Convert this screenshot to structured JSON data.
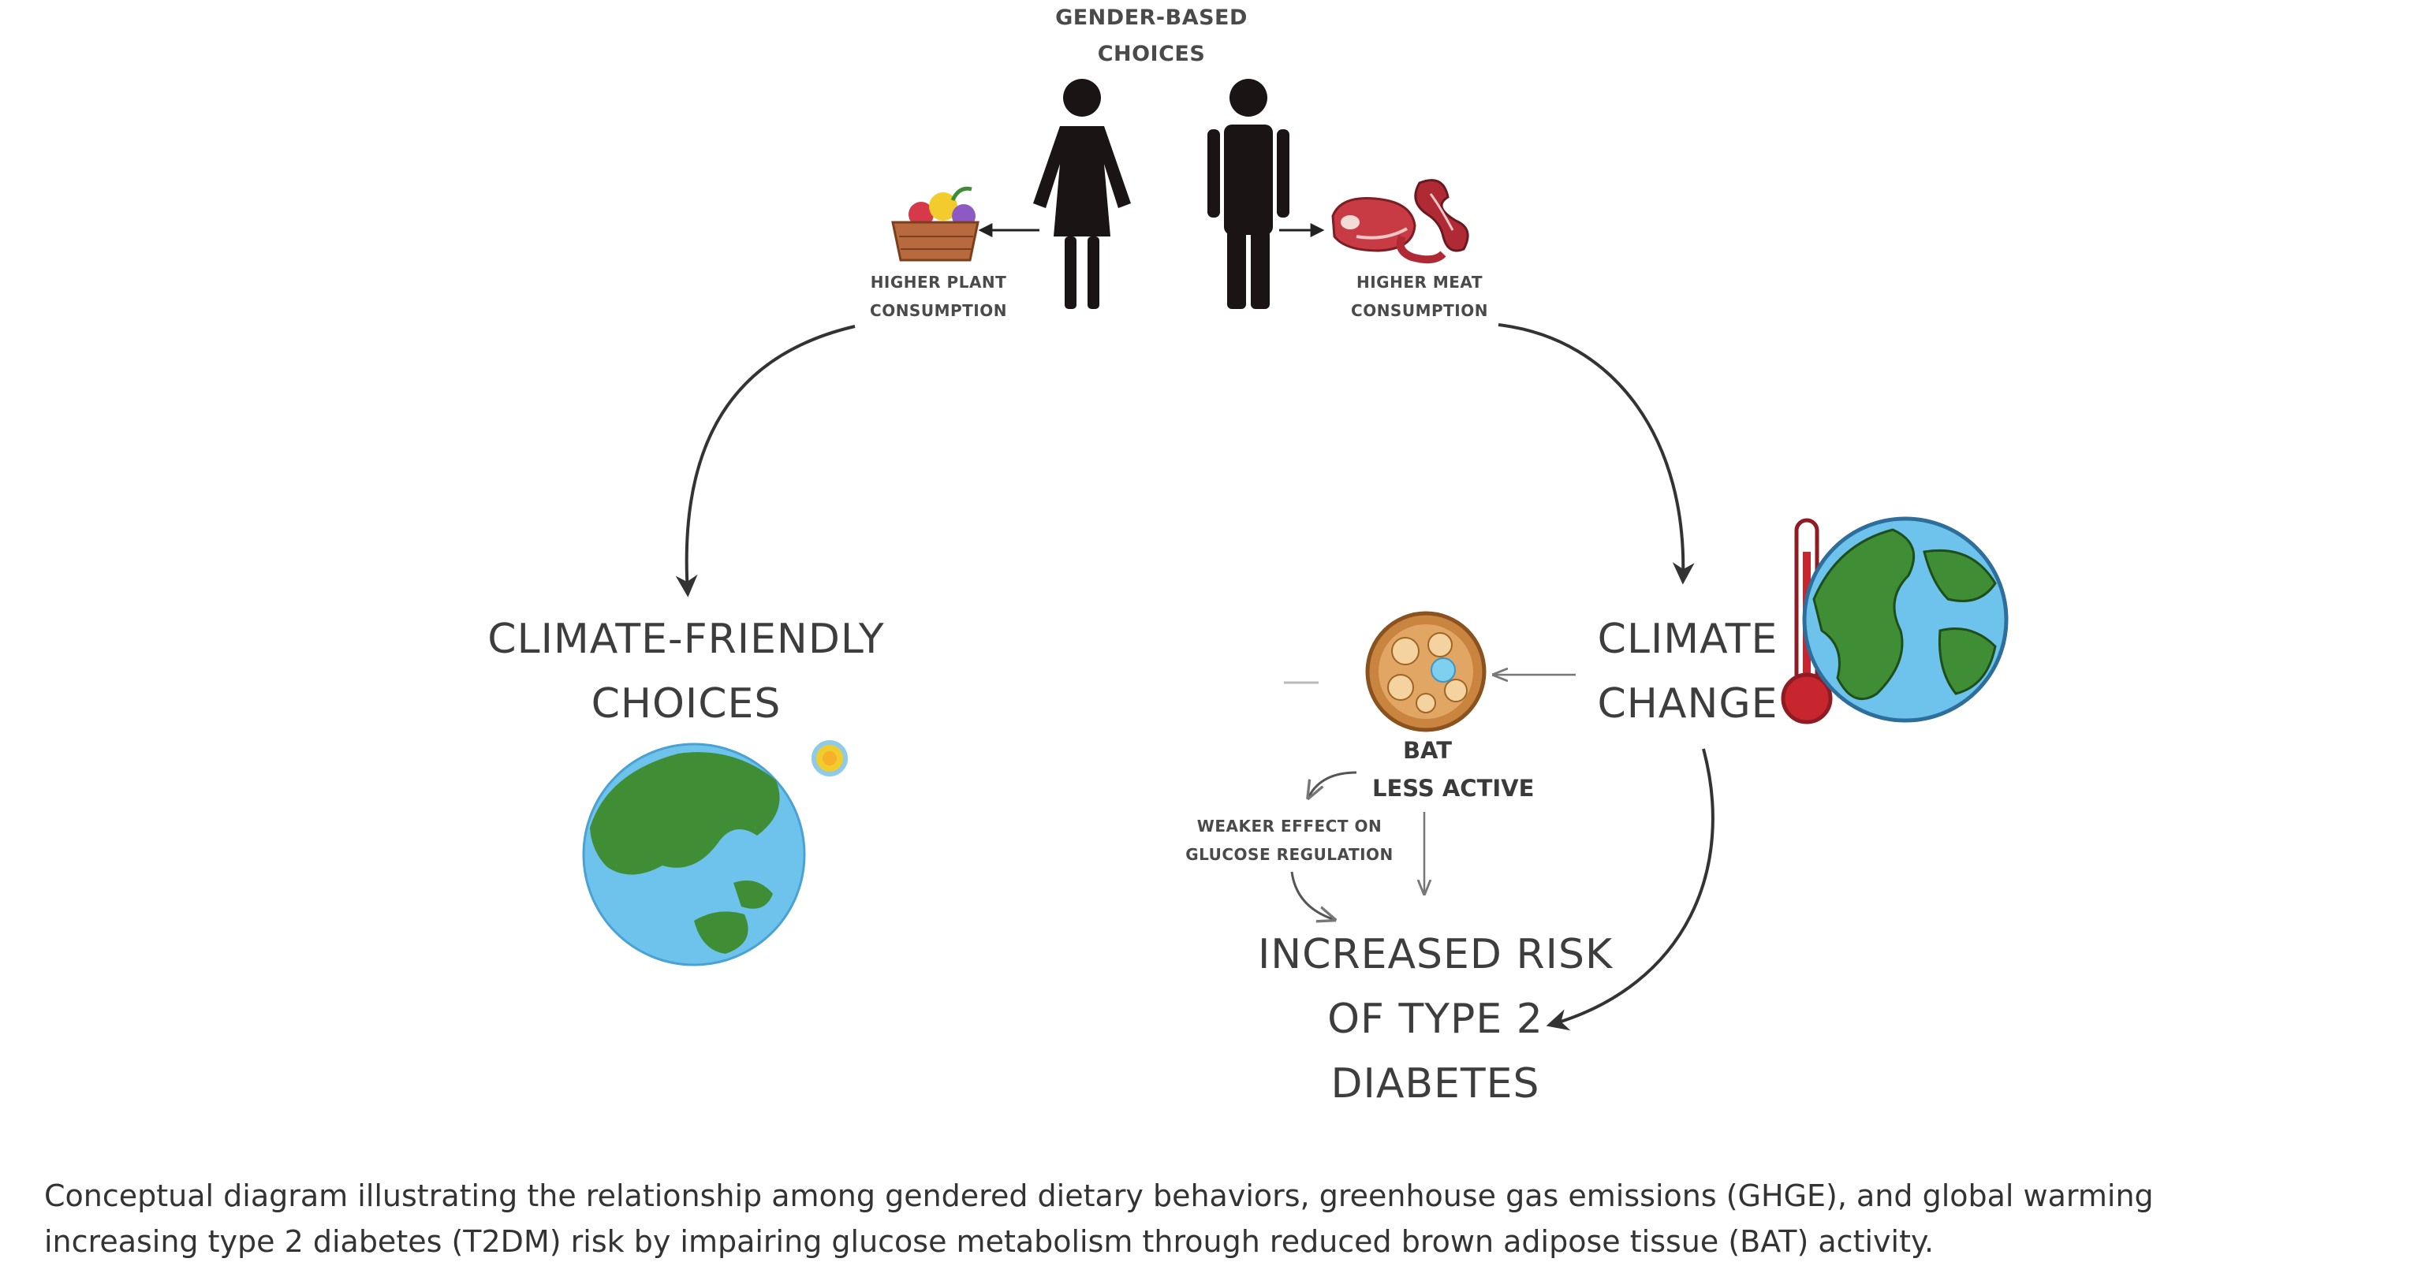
{
  "labels": {
    "gender_line1": "GENDER-BASED",
    "gender_line2": "CHOICES",
    "plant_line1": "HIGHER PLANT",
    "plant_line2": "CONSUMPTION",
    "meat_line1": "HIGHER MEAT",
    "meat_line2": "CONSUMPTION",
    "friendly_line1": "CLIMATE-FRIENDLY",
    "friendly_line2": "CHOICES",
    "climate_line1": "CLIMATE",
    "climate_line2": "CHANGE",
    "bat_line1": "BAT",
    "bat_line2": "LESS ACTIVE",
    "weaker_line1": "WEAKER EFFECT ON",
    "weaker_line2": "GLUCOSE REGULATION",
    "risk_line1": "INCREASED RISK",
    "risk_line2": "OF TYPE 2",
    "risk_line3": "DIABETES"
  },
  "caption": {
    "line1": "Conceptual diagram illustrating the relationship among gendered dietary behaviors, greenhouse gas emissions (GHGE), and global warming",
    "line2": "increasing type 2 diabetes (T2DM) risk by impairing glucose metabolism through reduced brown adipose tissue (BAT) activity."
  },
  "icons": [
    "woman-icon",
    "man-icon",
    "vegetable-basket-icon",
    "meat-icon",
    "earth-globe-icon",
    "sun-icon",
    "thermometer-icon",
    "brown-adipose-cell-icon"
  ],
  "colors": {
    "ink": "#1a1414",
    "ocean": "#6ec3ec",
    "land": "#3f8d34",
    "meat": "#b8323a",
    "thermometer": "#c8262e",
    "bat_cell": "#c9853f"
  }
}
